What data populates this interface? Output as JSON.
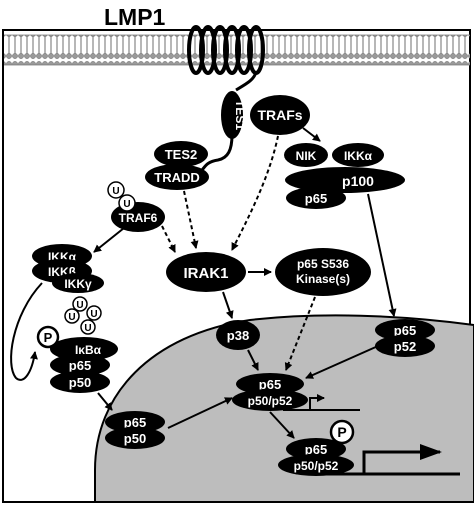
{
  "title": "LMP1",
  "labels": {
    "tes1": "TES1",
    "trafs": "TRAFs",
    "tes2": "TES2",
    "tradd": "TRADD",
    "nik": "NIK",
    "ikka_top": "IKKα",
    "p100": "p100",
    "p65_top": "p65",
    "traf6": "TRAF6",
    "ikka": "IKKα",
    "ikkb": "IKKβ",
    "ikkg": "IKKγ",
    "irak1": "IRAK1",
    "p65_kinase_line1": "p65 S536",
    "p65_kinase_line2": "Kinase(s)",
    "p": "P",
    "ikba": "IκBα",
    "p65_left": "p65",
    "p50_left": "p50",
    "p38": "p38",
    "p65_right": "p65",
    "p52_right": "p52",
    "p65_center": "p65",
    "p50p52_center": "p50/p52",
    "p65_nuc": "p65",
    "p50_nuc": "p50",
    "p65_bottom": "p65",
    "p50p52_bottom": "p50/p52",
    "p_bottom": "P",
    "u": "U"
  }
}
